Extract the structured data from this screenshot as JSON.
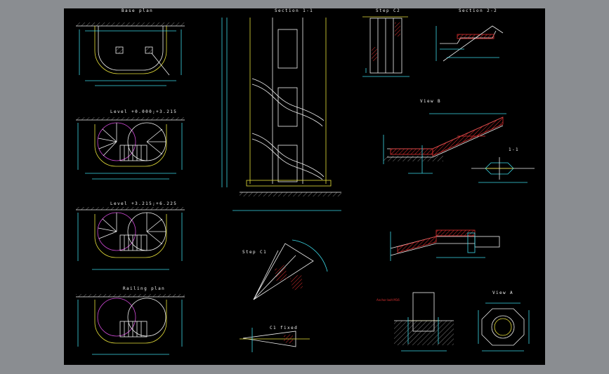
{
  "drawing": {
    "labels": {
      "base_plan": "Base plan",
      "level_1": "Level +0.000;+3.215",
      "level_2": "Level +3.215;+6.225",
      "railing_plan": "Railing plan",
      "section_1_1": "Section 1-1",
      "step_c2": "Step C2",
      "section_2_2": "Section 2-2",
      "view_b": "View B",
      "step_c1": "Step C1",
      "view_a": "View A",
      "c1_fixed": "C1 fixed",
      "one_one": "1-1"
    },
    "colors": {
      "paper": "#000000",
      "frame": "#8a8d91",
      "line": "#f2f2f2",
      "yellow": "#e8e13a",
      "cyan": "#3bd9e8",
      "magenta": "#d14ad8",
      "red": "#e03030",
      "green": "#3ccf4a"
    }
  }
}
